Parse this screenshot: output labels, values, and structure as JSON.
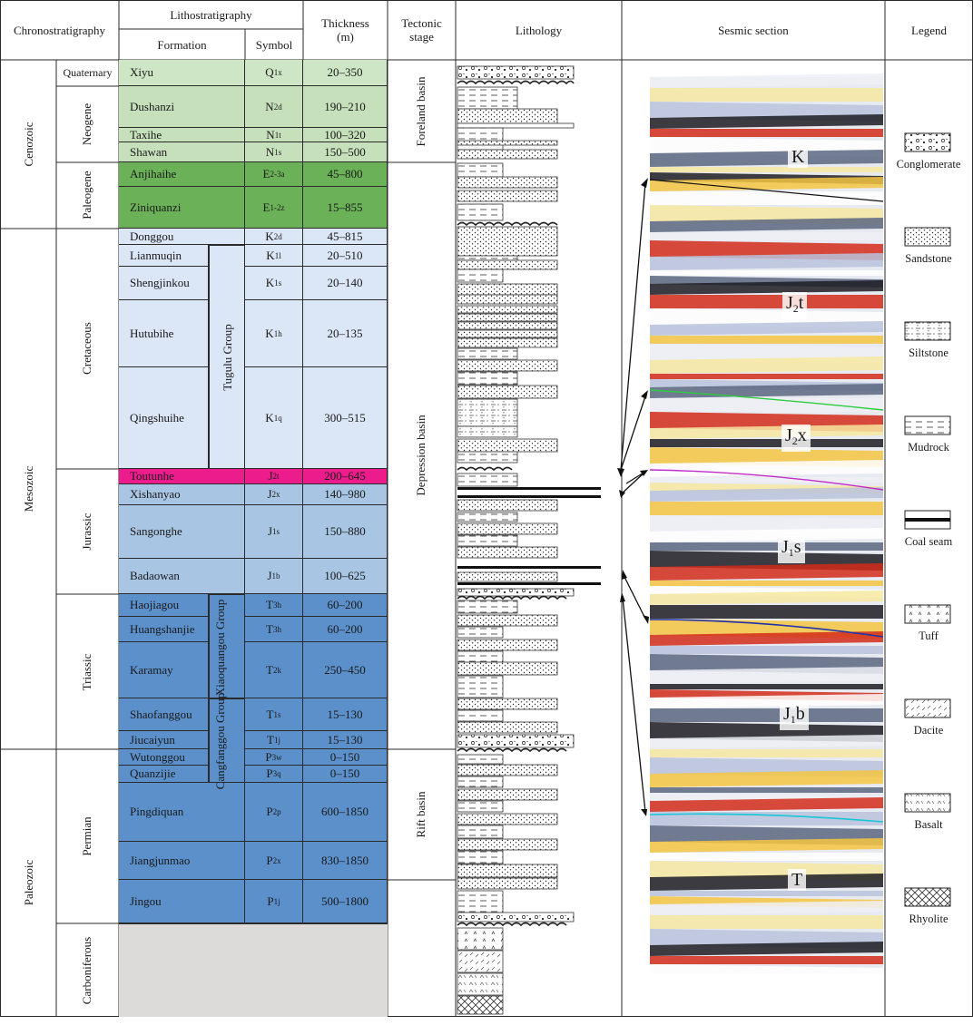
{
  "headers": {
    "chrono": "Chronostratigraphy",
    "litho": "Lithostratigraphy",
    "formation": "Formation",
    "symbol": "Symbol",
    "thickness_line1": "Thickness",
    "thickness_line2": "(m)",
    "tectonic_line1": "Tectonic",
    "tectonic_line2": "stage",
    "lithology": "Lithology",
    "seismic": "Sesmic section",
    "legend": "Legend"
  },
  "eras": [
    {
      "label": "Cenozoic"
    },
    {
      "label": "Mesozoic"
    },
    {
      "label": "Paleozoic"
    }
  ],
  "periods": [
    {
      "label": "Quaternary"
    },
    {
      "label": "Neogene"
    },
    {
      "label": "Paleogene"
    },
    {
      "label": "Cretaceous"
    },
    {
      "label": "Jurassic"
    },
    {
      "label": "Triassic"
    },
    {
      "label": "Permian"
    },
    {
      "label": "Carboniferous"
    }
  ],
  "groups": [
    {
      "label": "Tugulu Group"
    },
    {
      "label": "Xiaoquangou Group"
    },
    {
      "label": "Cangfanggou Group"
    }
  ],
  "formations": [
    {
      "name": "Xiyu",
      "sym": "Q",
      "sub": "1x",
      "thick": "20–350",
      "color": "#cfe6c6"
    },
    {
      "name": "Dushanzi",
      "sym": "N",
      "sub": "2d",
      "thick": "190–210",
      "color": "#c6e0bb"
    },
    {
      "name": "Taxihe",
      "sym": "N",
      "sub": "1t",
      "thick": "100–320",
      "color": "#c6e0bb"
    },
    {
      "name": "Shawan",
      "sym": "N",
      "sub": "1s",
      "thick": "150–500",
      "color": "#c6e0bb"
    },
    {
      "name": "Anjihaihe",
      "sym": "E",
      "sub": "2-3a",
      "thick": "45–800",
      "color": "#6bb157"
    },
    {
      "name": "Ziniquanzi",
      "sym": "E",
      "sub": "1-2z",
      "thick": "15–855",
      "color": "#6bb157"
    },
    {
      "name": "Donggou",
      "sym": "K",
      "sub": "2d",
      "thick": "45–815",
      "color": "#dbe6f6"
    },
    {
      "name": "Lianmuqin",
      "sym": "K",
      "sub": "1l",
      "thick": "20–510",
      "color": "#dbe6f6"
    },
    {
      "name": "Shengjinkou",
      "sym": "K",
      "sub": "1s",
      "thick": "20–140",
      "color": "#dbe6f6"
    },
    {
      "name": "Hutubihe",
      "sym": "K",
      "sub": "1h",
      "thick": "20–135",
      "color": "#dbe6f6"
    },
    {
      "name": "Qingshuihe",
      "sym": "K",
      "sub": "1q",
      "thick": "300–515",
      "color": "#dbe6f6"
    },
    {
      "name": "Toutunhe",
      "sym": "J",
      "sub": "2t",
      "thick": "200–645",
      "color": "#ec1c8c"
    },
    {
      "name": "Xishanyao",
      "sym": "J",
      "sub": "2x",
      "thick": "140–980",
      "color": "#a8c6e4"
    },
    {
      "name": "Sangonghe",
      "sym": "J",
      "sub": "1s",
      "thick": "150–880",
      "color": "#a8c6e4"
    },
    {
      "name": "Badaowan",
      "sym": "J",
      "sub": "1b",
      "thick": "100–625",
      "color": "#a8c6e4"
    },
    {
      "name": "Haojiagou",
      "sym": "T",
      "sub": "3h",
      "thick": "60–200",
      "color": "#5b90cb"
    },
    {
      "name": "Huangshanjie",
      "sym": "T",
      "sub": "3h",
      "thick": "60–200",
      "color": "#5b90cb"
    },
    {
      "name": "Karamay",
      "sym": "T",
      "sub": "2k",
      "thick": "250–450",
      "color": "#5b90cb"
    },
    {
      "name": "Shaofanggou",
      "sym": "T",
      "sub": "1s",
      "thick": "15–130",
      "color": "#5b90cb"
    },
    {
      "name": "Jiucaiyun",
      "sym": "T",
      "sub": "1j",
      "thick": "15–130",
      "color": "#5b90cb"
    },
    {
      "name": "Wutonggou",
      "sym": "P",
      "sub": "3w",
      "thick": "0–150",
      "color": "#5b90cb"
    },
    {
      "name": "Quanzijie",
      "sym": "P",
      "sub": "3q",
      "thick": "0–150",
      "color": "#5b90cb"
    },
    {
      "name": "Pingdiquan",
      "sym": "P",
      "sub": "2p",
      "thick": "600–1850",
      "color": "#5b90cb"
    },
    {
      "name": "Jiangjunmao",
      "sym": "P",
      "sub": "2x",
      "thick": "830–1850",
      "color": "#5b90cb"
    },
    {
      "name": "Jingou",
      "sym": "P",
      "sub": "1j",
      "thick": "500–1800",
      "color": "#5b90cb"
    }
  ],
  "carboniferous_fill": "#dddbd9",
  "tectonic": [
    {
      "label": "Foreland basin"
    },
    {
      "label": "Depression basin"
    },
    {
      "label": "Rift basin"
    }
  ],
  "seismic_labels": [
    {
      "main": "K",
      "sub": "",
      "tail": ""
    },
    {
      "main": "J",
      "sub": "2",
      "tail": "t"
    },
    {
      "main": "J",
      "sub": "2",
      "tail": "x"
    },
    {
      "main": "J",
      "sub": "1",
      "tail": "s"
    },
    {
      "main": "J",
      "sub": "1",
      "tail": "b"
    },
    {
      "main": "T",
      "sub": "",
      "tail": ""
    }
  ],
  "legend": [
    {
      "label": "Conglomerate",
      "icon": "conglomerate-swatch"
    },
    {
      "label": "Sandstone",
      "icon": "sandstone-swatch"
    },
    {
      "label": "Siltstone",
      "icon": "siltstone-swatch"
    },
    {
      "label": "Mudrock",
      "icon": "mudrock-swatch"
    },
    {
      "label": "Coal seam",
      "icon": "coal-seam-swatch"
    },
    {
      "label": "Tuff",
      "icon": "tuff-swatch"
    },
    {
      "label": "Dacite",
      "icon": "dacite-swatch"
    },
    {
      "label": "Basalt",
      "icon": "basalt-swatch"
    },
    {
      "label": "Rhyolite",
      "icon": "rhyolite-swatch"
    }
  ],
  "horizon_colors": {
    "top": "#000000",
    "green": "#2ecc40",
    "magenta": "#c32bc9",
    "blue": "#2233aa",
    "cyan": "#19c6d6"
  }
}
